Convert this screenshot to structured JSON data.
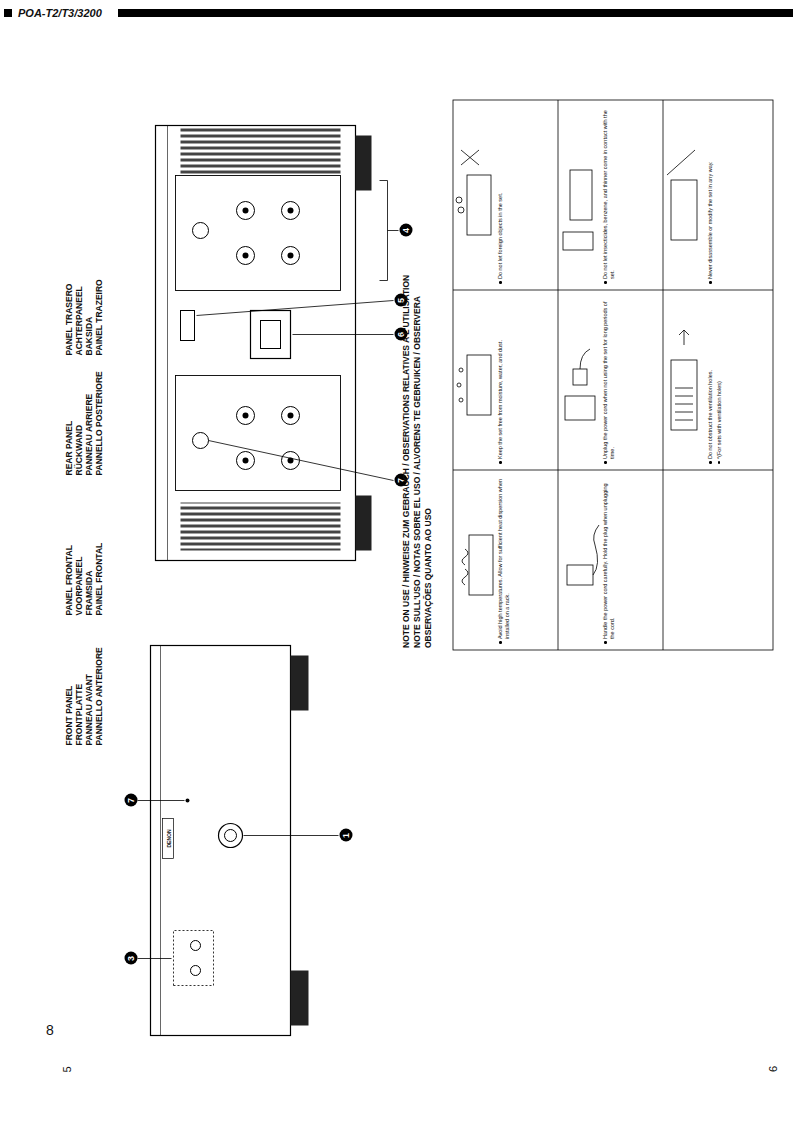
{
  "diagram": {
    "nodes": [
      {
        "text": [
          "Avoid high temperatures. Allow for sufficient heat dispersion when installed on a rack."
        ]
      },
      {
        "text": [
          "Keep the set free from moisture, water, and dust."
        ]
      },
      {
        "text": [
          "Do not let foreign objects in the set."
        ]
      },
      {
        "text": [
          "Handle the power cord carefully. Hold the plug when unplugging the cord."
        ]
      },
      {
        "text": [
          "Unplug the power cord when not using the set for long periods of time."
        ]
      },
      {
        "text": [
          "Do not let insecticides, benzene, and thinner come in contact with the set."
        ]
      },
      {
        "text": [
          "Do not obstruct the ventilation holes.",
          "*(For sets with ventilation holes)"
        ]
      },
      {
        "text": [
          "Never disassemble or modify the set in any way."
        ]
      }
    ],
    "labels": [
      "POA-T2/T3/3200",
      "8",
      "5",
      "6",
      "FRONT PANEL",
      "FRONTPLATTE",
      "PANNEAU AVANT",
      "PANNELLO ANTERIORE",
      "PANEL FRONTAL",
      "VOORPANEEL",
      "FRAMSIDA",
      "PAINEL FRONTAL",
      "REAR PANEL",
      "RÜCKWAND",
      "PANNEAU ARRIERE",
      "PANNELLO POSTERIORE",
      "PANEL TRASERO",
      "ACHTERPANEEL",
      "BAKSIDA",
      "PAINEL TRAZEIRO",
      "3",
      "7",
      "1",
      "7",
      "5",
      "6",
      "4",
      "DENON",
      "NOTE ON USE / HINWEISE ZUM GEBRAUCH / OBSERVATIONS RELATIVES A L'UTILISATION",
      "NOTE SULL'USO / NOTAS SOBRE EL USO / ALVORENS TE GEBRUIKEN / OBSERVERA",
      "OBSERVAÇÕES QUANTO AO USO"
    ]
  }
}
